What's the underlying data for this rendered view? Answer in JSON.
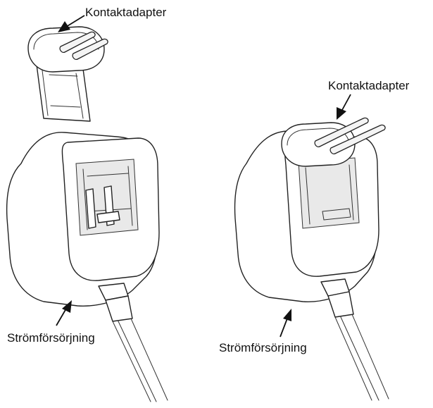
{
  "labels": {
    "adapter_left": "Kontaktadapter",
    "adapter_right": "Kontaktadapter",
    "power_left": "Strömförsörjning",
    "power_right": "Strömförsörjning"
  }
}
